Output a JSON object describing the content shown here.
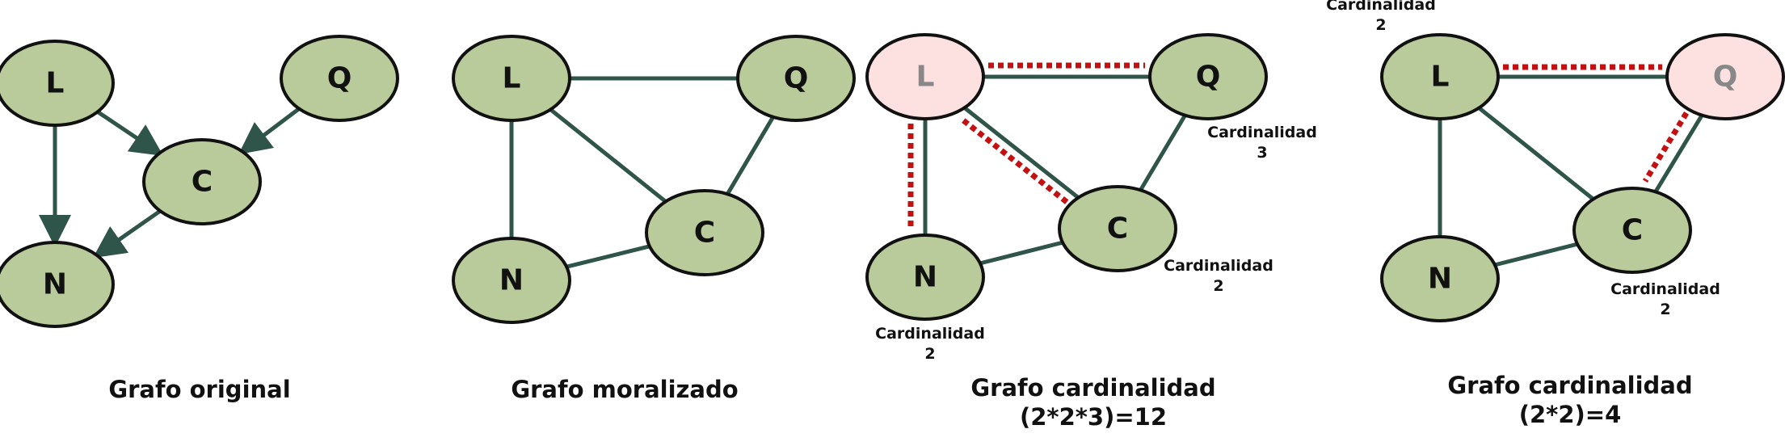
{
  "colors": {
    "node_fill": "#b9cb9a",
    "highlight_fill": "#fde1e1",
    "highlight_stroke": "#888888",
    "highlight_text": "#888888",
    "edge": "#2f5449",
    "dotted": "#c41010"
  },
  "panels": [
    {
      "caption": [
        "Grafo original"
      ],
      "nodes": [
        {
          "id": "L",
          "label": "L"
        },
        {
          "id": "Q",
          "label": "Q"
        },
        {
          "id": "C",
          "label": "C"
        },
        {
          "id": "N",
          "label": "N"
        }
      ],
      "edges": [
        {
          "from": "L",
          "to": "C",
          "directed": true
        },
        {
          "from": "Q",
          "to": "C",
          "directed": true
        },
        {
          "from": "L",
          "to": "N",
          "directed": true
        },
        {
          "from": "C",
          "to": "N",
          "directed": true
        }
      ]
    },
    {
      "caption": [
        "Grafo moralizado"
      ],
      "nodes": [
        {
          "id": "L",
          "label": "L"
        },
        {
          "id": "Q",
          "label": "Q"
        },
        {
          "id": "C",
          "label": "C"
        },
        {
          "id": "N",
          "label": "N"
        }
      ],
      "edges": [
        {
          "from": "L",
          "to": "Q"
        },
        {
          "from": "L",
          "to": "C"
        },
        {
          "from": "L",
          "to": "N"
        },
        {
          "from": "Q",
          "to": "C"
        },
        {
          "from": "N",
          "to": "C"
        }
      ]
    },
    {
      "caption": [
        "Grafo cardinalidad",
        "(2*2*3)=12"
      ],
      "highlight": "L",
      "nodes": [
        {
          "id": "L",
          "label": "L"
        },
        {
          "id": "Q",
          "label": "Q",
          "cardinality": [
            "Cardinalidad",
            "3"
          ]
        },
        {
          "id": "C",
          "label": "C",
          "cardinality": [
            "Cardinalidad",
            "2"
          ]
        },
        {
          "id": "N",
          "label": "N",
          "cardinality": [
            "Cardinalidad",
            "2"
          ]
        }
      ],
      "edges": [
        {
          "from": "L",
          "to": "Q",
          "dotted": true
        },
        {
          "from": "L",
          "to": "C",
          "dotted": true
        },
        {
          "from": "L",
          "to": "N",
          "dotted": true
        },
        {
          "from": "Q",
          "to": "C"
        },
        {
          "from": "N",
          "to": "C"
        }
      ]
    },
    {
      "caption": [
        "Grafo cardinalidad",
        "(2*2)=4"
      ],
      "highlight": "Q",
      "nodes": [
        {
          "id": "L",
          "label": "L",
          "cardinality": [
            "Cardinalidad",
            "2"
          ]
        },
        {
          "id": "Q",
          "label": "Q"
        },
        {
          "id": "C",
          "label": "C",
          "cardinality": [
            "Cardinalidad",
            "2"
          ]
        },
        {
          "id": "N",
          "label": "N"
        }
      ],
      "edges": [
        {
          "from": "L",
          "to": "Q",
          "dotted": true
        },
        {
          "from": "L",
          "to": "C"
        },
        {
          "from": "L",
          "to": "N"
        },
        {
          "from": "Q",
          "to": "C",
          "dotted": true
        },
        {
          "from": "N",
          "to": "C"
        }
      ]
    }
  ]
}
